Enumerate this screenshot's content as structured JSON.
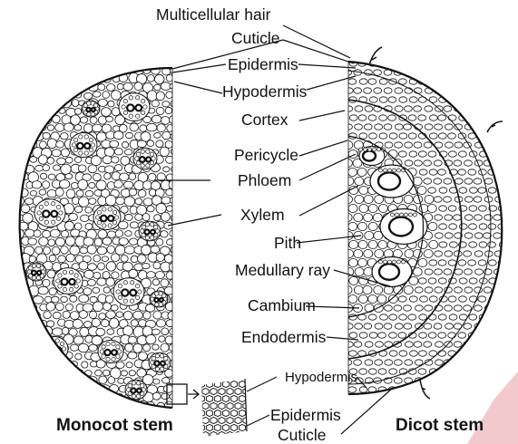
{
  "labels": {
    "multicellular_hair": "Multicellular hair",
    "cuticle_top": "Cuticle",
    "epidermis_top": "Epidermis",
    "hypodermis_top": "Hypodermis",
    "cortex": "Cortex",
    "pericycle": "Pericycle",
    "phloem": "Phloem",
    "xylem": "Xylem",
    "pith": "Pith",
    "medullary_ray": "Medullary ray",
    "cambium": "Cambium",
    "endodermis": "Endodermis",
    "hypodermis_inset": "Hypodermis",
    "epidermis_inset": "Epidermis",
    "cuticle_inset": "Cuticle"
  },
  "captions": {
    "monocot": "Monocot stem",
    "dicot": "Dicot stem"
  },
  "colors": {
    "line": "#111111",
    "cell_fill": "#ffffff",
    "watermark": "#f2c9cc"
  }
}
